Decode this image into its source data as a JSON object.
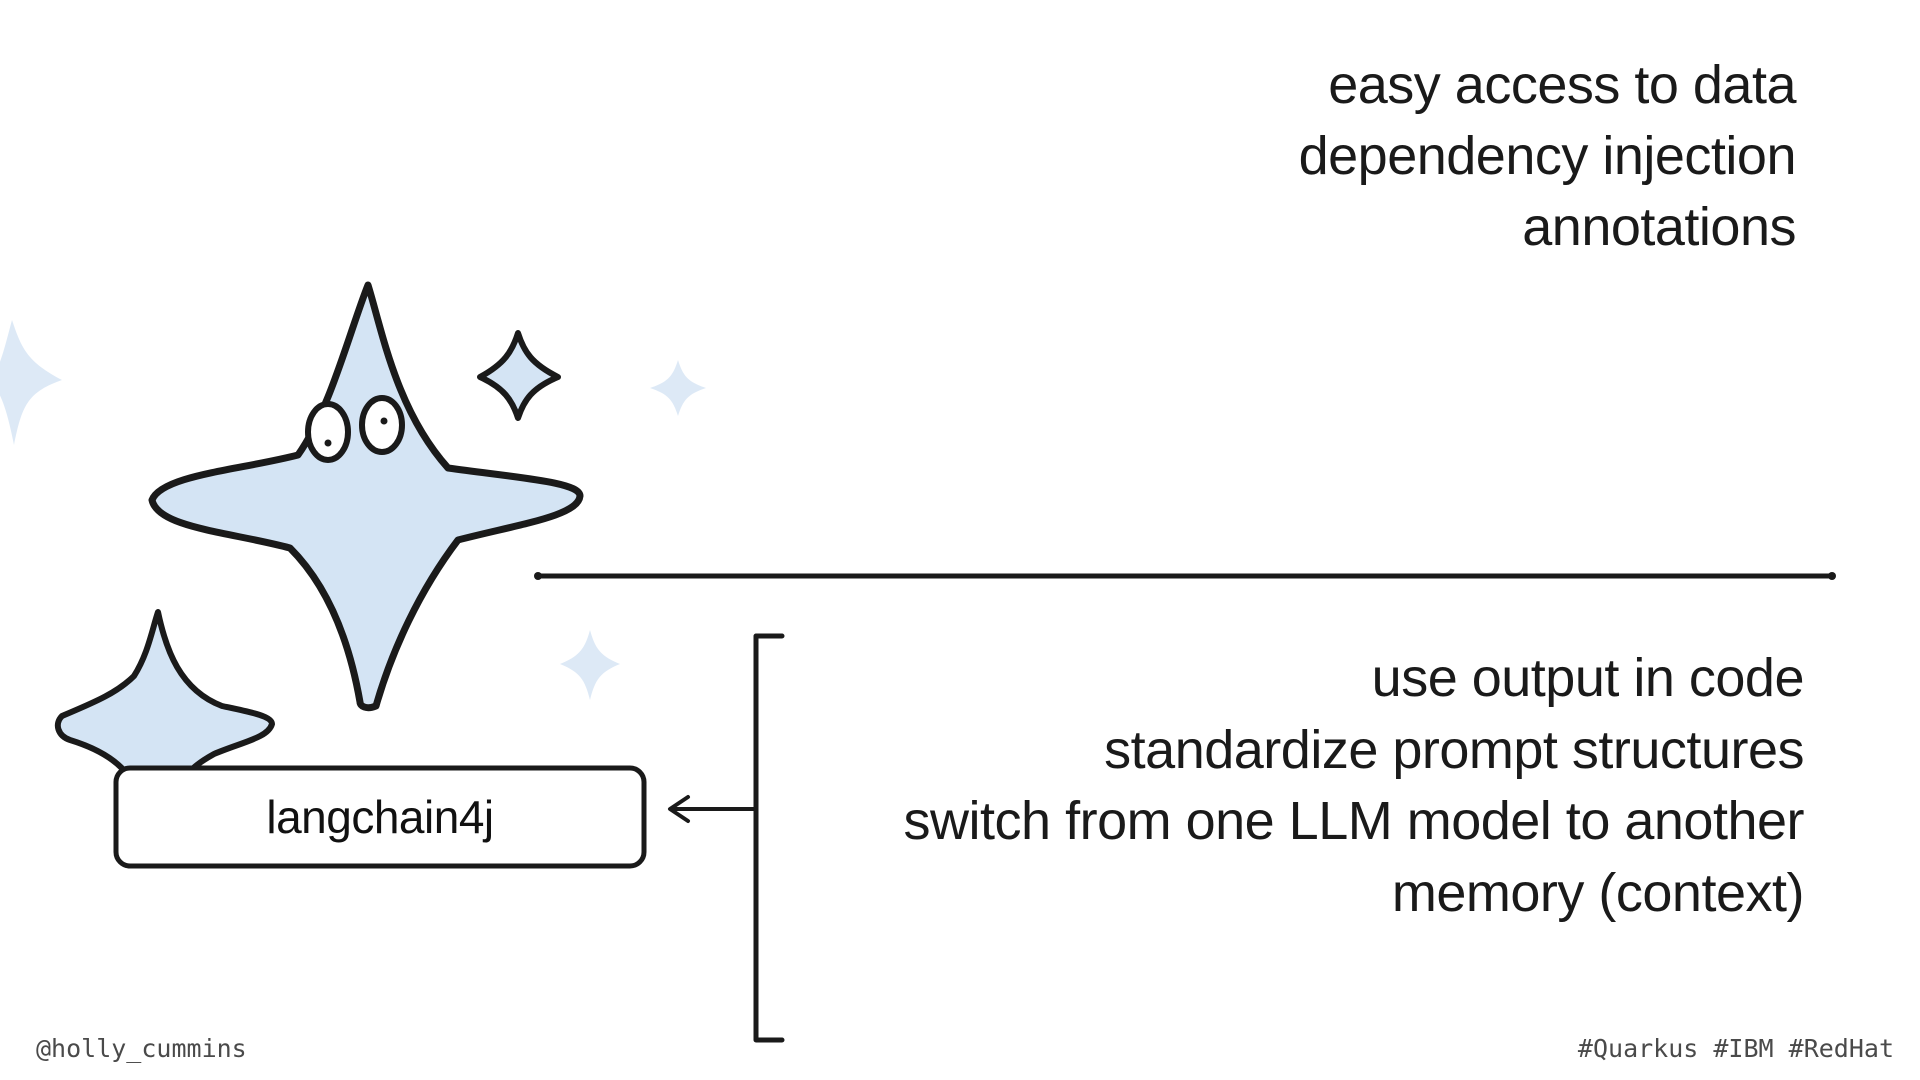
{
  "upper_list": [
    "easy access to data",
    "dependency injection",
    "annotations"
  ],
  "lower_list": [
    "use output in code",
    "standardize prompt structures",
    "switch from one LLM model to another",
    "memory (context)"
  ],
  "box_label": "langchain4j",
  "footer": {
    "handle": "@holly_cummins",
    "hashtags": "#Quarkus #IBM #RedHat"
  },
  "colors": {
    "ink": "#1a1a1a",
    "sparkle_fill": "#d4e4f4",
    "background": "#ffffff"
  },
  "icons": [
    "sparkle-character-icon",
    "small-sparkle-icon",
    "arrow-left-icon",
    "bracket-icon"
  ]
}
